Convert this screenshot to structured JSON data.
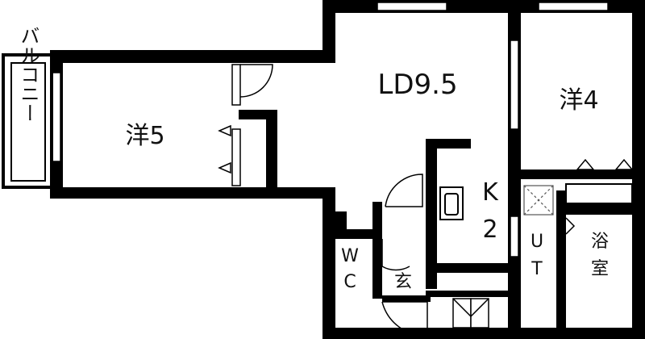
{
  "rooms": {
    "balcony": "バルコニー",
    "western5": "洋5",
    "living": "LD9.5",
    "western4": "洋4",
    "kitchen_k": "K",
    "kitchen_2": "2",
    "wc_w": "W",
    "wc_c": "C",
    "entrance": "玄",
    "utility_u": "U",
    "utility_t": "T",
    "bath_1": "浴",
    "bath_2": "室"
  },
  "colors": {
    "wall": "#000000",
    "background": "#ffffff",
    "fixture": "#555555"
  }
}
